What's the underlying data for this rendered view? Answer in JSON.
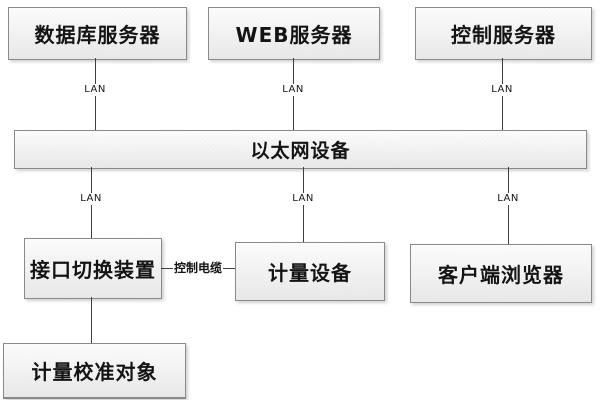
{
  "nodes": {
    "db_server": "数据库服务器",
    "web_server": "WEB服务器",
    "control_server": "控制服务器",
    "ethernet": "以太网设备",
    "interface_switch": "接口切换装置",
    "metering_device": "计量设备",
    "client_browser": "客户端浏览器",
    "calibration_object": "计量校准对象"
  },
  "edge_labels": {
    "lan": "LAN",
    "control_cable": "控制电缆"
  },
  "colors": {
    "background": "#ffffff",
    "node_fill_light": "#fdfdfd",
    "node_fill_dark": "#e9e9e9",
    "node_border": "#8a8a8a",
    "connector": "#3f3f3f",
    "text": "#141414"
  }
}
